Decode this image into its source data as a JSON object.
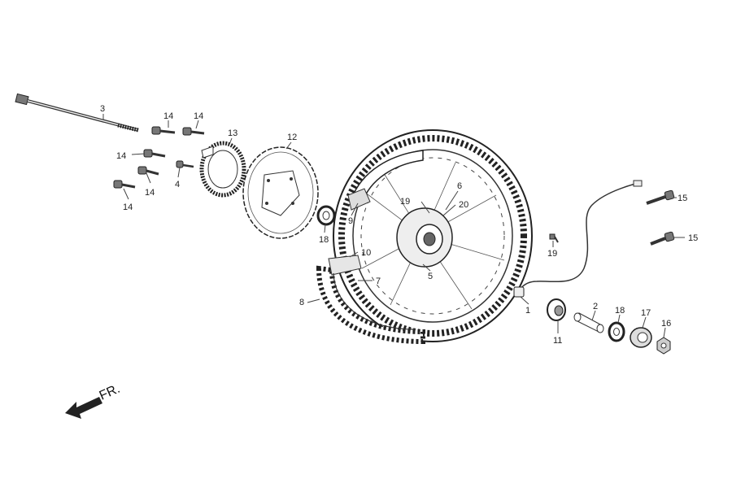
{
  "direction_label": "FR.",
  "callouts": {
    "c1": "1",
    "c2": "2",
    "c3": "3",
    "c4": "4",
    "c5": "5",
    "c6": "6",
    "c7": "7",
    "c8": "8",
    "c9": "9",
    "c10": "10",
    "c11": "11",
    "c12": "12",
    "c13": "13",
    "c14a": "14",
    "c14b": "14",
    "c14c": "14",
    "c14d": "14",
    "c14e": "14",
    "c15a": "15",
    "c15b": "15",
    "c16": "16",
    "c17": "17",
    "c18a": "18",
    "c18b": "18",
    "c19a": "19",
    "c19b": "19",
    "c20": "20"
  }
}
